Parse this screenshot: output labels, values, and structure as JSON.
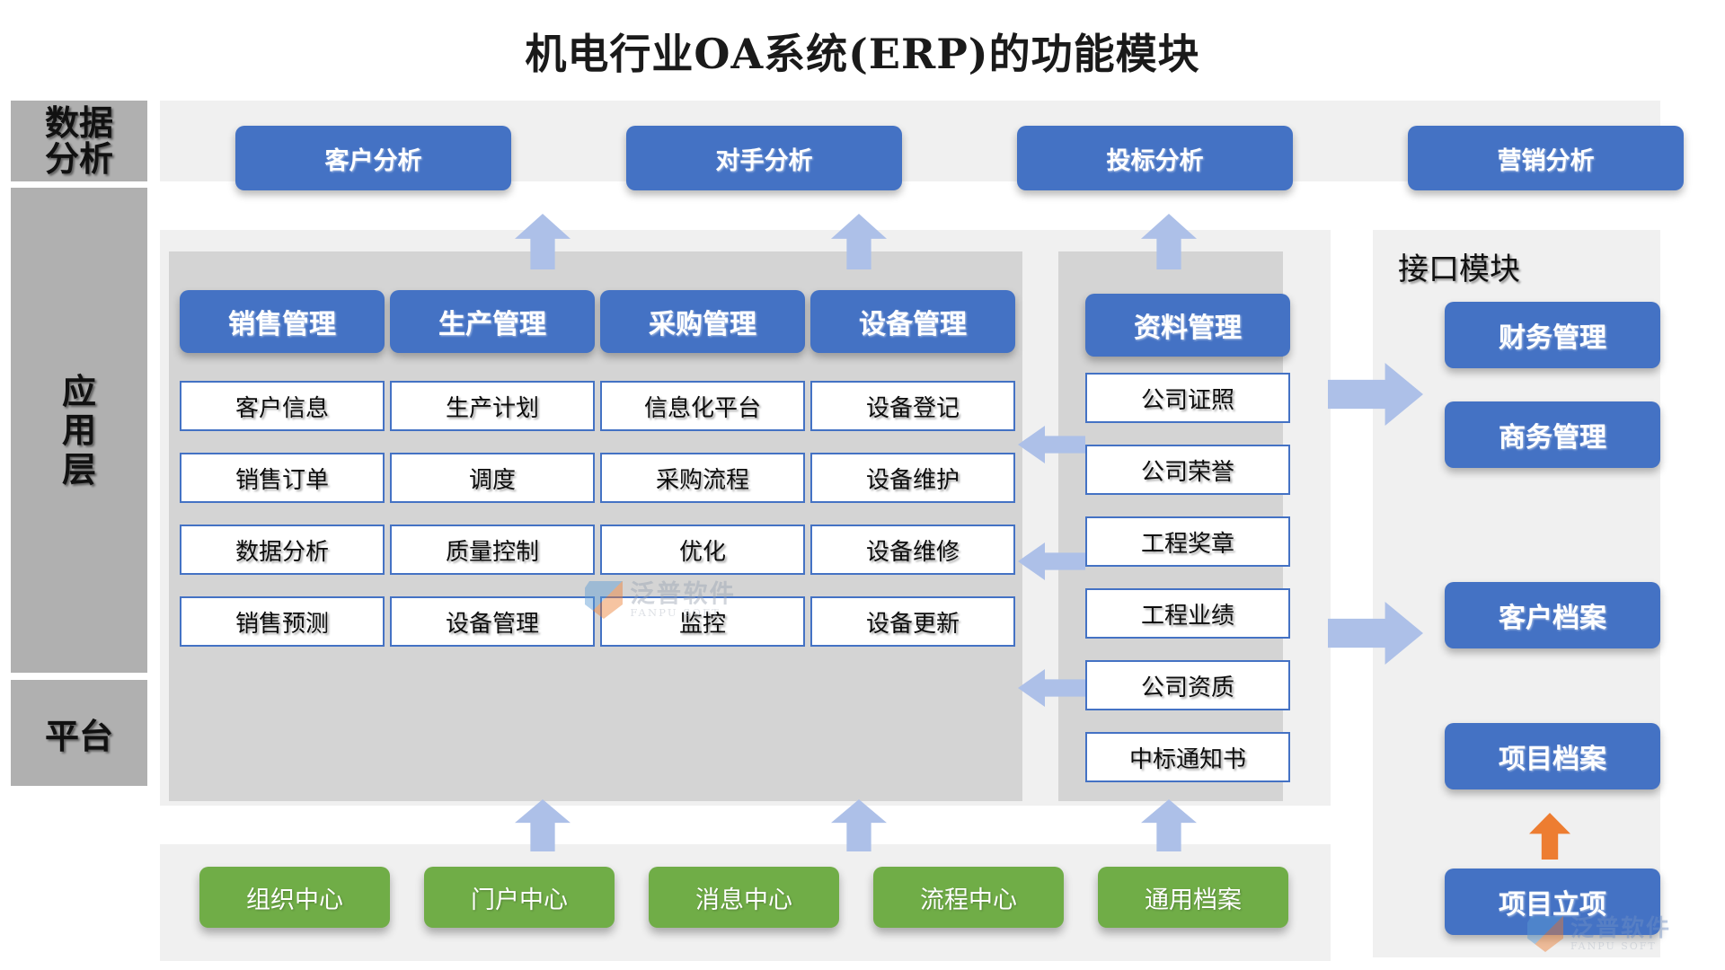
{
  "title": "机电行业OA系统(ERP)的功能模块",
  "layers": [
    {
      "id": "data-analysis",
      "label": "数据\n分析"
    },
    {
      "id": "application",
      "label": "应\n用\n层"
    },
    {
      "id": "platform",
      "label": "平台"
    }
  ],
  "layer_labels": {
    "data_analysis_line1": "数据",
    "data_analysis_line2": "分析",
    "application_line1": "应",
    "application_line2": "用",
    "application_line3": "层",
    "platform": "平台"
  },
  "data_analysis_row": [
    {
      "label": "客户分析"
    },
    {
      "label": "对手分析"
    },
    {
      "label": "投标分析"
    },
    {
      "label": "营销分析"
    }
  ],
  "application_columns": [
    {
      "header": "销售管理",
      "items": [
        "客户信息",
        "销售订单",
        "数据分析",
        "销售预测"
      ]
    },
    {
      "header": "生产管理",
      "items": [
        "生产计划",
        "调度",
        "质量控制",
        "设备管理"
      ]
    },
    {
      "header": "采购管理",
      "items": [
        "信息化平台",
        "采购流程",
        "优化",
        "监控"
      ]
    },
    {
      "header": "设备管理",
      "items": [
        "设备登记",
        "设备维护",
        "设备维修",
        "设备更新"
      ]
    }
  ],
  "document_column": {
    "header": "资料管理",
    "items": [
      "公司证照",
      "公司荣誉",
      "工程奖章",
      "工程业绩",
      "公司资质",
      "中标通知书"
    ]
  },
  "interface_module": {
    "section_label": "接口模块",
    "items": [
      {
        "label": "财务管理"
      },
      {
        "label": "商务管理"
      },
      {
        "label": "客户档案"
      },
      {
        "label": "项目档案"
      },
      {
        "label": "项目立项"
      }
    ]
  },
  "platform_row": [
    {
      "label": "组织中心"
    },
    {
      "label": "门户中心"
    },
    {
      "label": "消息中心"
    },
    {
      "label": "流程中心"
    },
    {
      "label": "通用档案"
    }
  ],
  "watermark": {
    "cn": "泛普软件",
    "en": "FANPU SOFT"
  },
  "colors": {
    "accent_blue": "#4472c4",
    "accent_green": "#70ad47",
    "accent_orange": "#ed7d31",
    "arrow_blue": "#adc0e8",
    "layer_gray": "#b0b0b0",
    "panel_gray": "#f0f0f0",
    "inner_gray": "#d4d4d4"
  }
}
